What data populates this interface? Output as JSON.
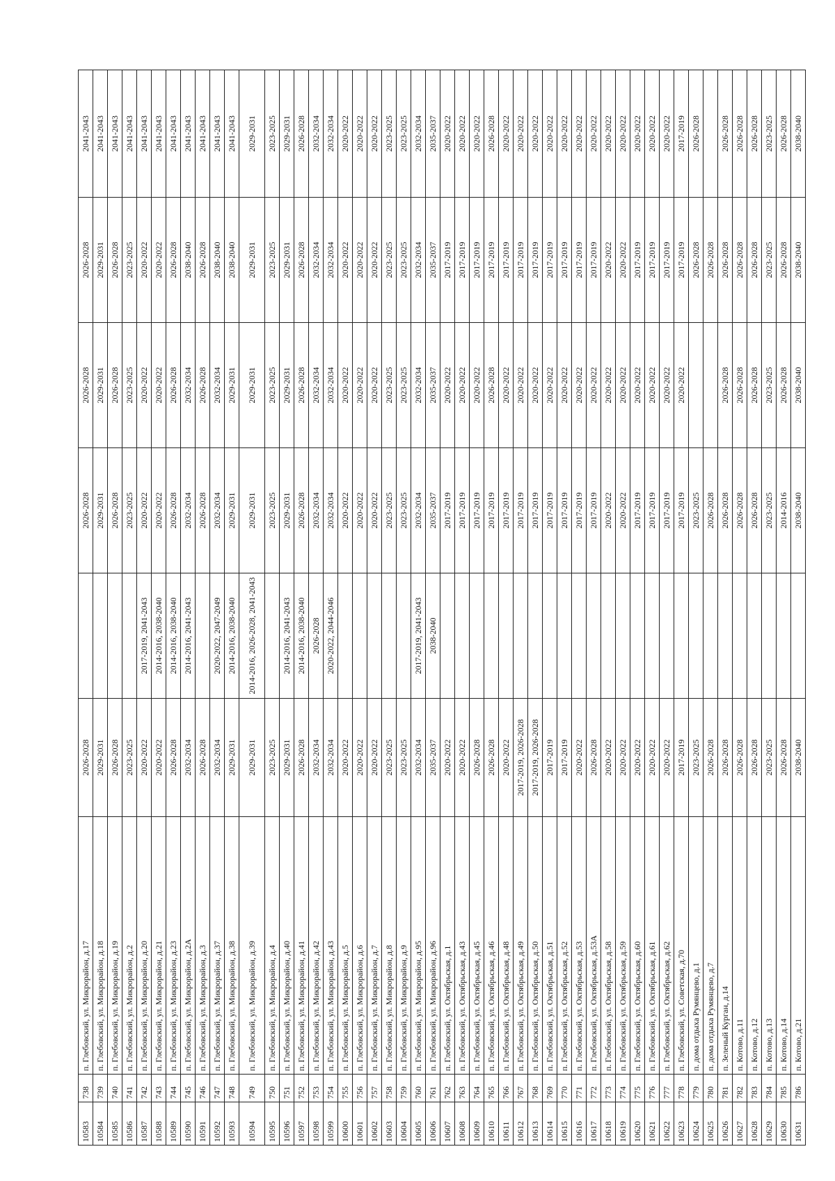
{
  "rows": [
    {
      "id": "10583",
      "no": "738",
      "address": "п. Глебовский, ул. Микрорайон, д.17",
      "c1": "2026-2028",
      "c2": "",
      "c3": "2026-2028",
      "c4": "2026-2028",
      "c5": "2026-2028",
      "c6": "2041-2043"
    },
    {
      "id": "10584",
      "no": "739",
      "address": "п. Глебовский, ул. Микрорайон, д.18",
      "c1": "2029-2031",
      "c2": "",
      "c3": "2029-2031",
      "c4": "2029-2031",
      "c5": "2029-2031",
      "c6": "2041-2043"
    },
    {
      "id": "10585",
      "no": "740",
      "address": "п. Глебовский, ул. Микрорайон, д.19",
      "c1": "2026-2028",
      "c2": "",
      "c3": "2026-2028",
      "c4": "2026-2028",
      "c5": "2026-2028",
      "c6": "2041-2043"
    },
    {
      "id": "10586",
      "no": "741",
      "address": "п. Глебовский, ул. Микрорайон, д.2",
      "c1": "2023-2025",
      "c2": "",
      "c3": "2023-2025",
      "c4": "2023-2025",
      "c5": "2023-2025",
      "c6": "2041-2043"
    },
    {
      "id": "10587",
      "no": "742",
      "address": "п. Глебовский, ул. Микрорайон, д.20",
      "c1": "2020-2022",
      "c2": "2017-2019, 2041-2043",
      "c3": "2020-2022",
      "c4": "2020-2022",
      "c5": "2020-2022",
      "c6": "2041-2043"
    },
    {
      "id": "10588",
      "no": "743",
      "address": "п. Глебовский, ул. Микрорайон, д.21",
      "c1": "2020-2022",
      "c2": "2014-2016, 2038-2040",
      "c3": "2020-2022",
      "c4": "2020-2022",
      "c5": "2020-2022",
      "c6": "2041-2043"
    },
    {
      "id": "10589",
      "no": "744",
      "address": "п. Глебовский, ул. Микрорайон, д.23",
      "c1": "2026-2028",
      "c2": "2014-2016, 2038-2040",
      "c3": "2026-2028",
      "c4": "2026-2028",
      "c5": "2026-2028",
      "c6": "2041-2043"
    },
    {
      "id": "10590",
      "no": "745",
      "address": "п. Глебовский, ул. Микрорайон, д.2А",
      "c1": "2032-2034",
      "c2": "2014-2016, 2041-2043",
      "c3": "2032-2034",
      "c4": "2032-2034",
      "c5": "2038-2040",
      "c6": "2041-2043"
    },
    {
      "id": "10591",
      "no": "746",
      "address": "п. Глебовский, ул. Микрорайон, д.3",
      "c1": "2026-2028",
      "c2": "",
      "c3": "2026-2028",
      "c4": "2026-2028",
      "c5": "2026-2028",
      "c6": "2041-2043"
    },
    {
      "id": "10592",
      "no": "747",
      "address": "п. Глебовский, ул. Микрорайон, д.37",
      "c1": "2032-2034",
      "c2": "2020-2022, 2047-2049",
      "c3": "2032-2034",
      "c4": "2032-2034",
      "c5": "2038-2040",
      "c6": "2041-2043"
    },
    {
      "id": "10593",
      "no": "748",
      "address": "п. Глебовский, ул. Микрорайон, д.38",
      "c1": "2029-2031",
      "c2": "2014-2016, 2038-2040",
      "c3": "2029-2031",
      "c4": "2029-2031",
      "c5": "2038-2040",
      "c6": "2041-2043"
    },
    {
      "id": "10594",
      "no": "749",
      "address": "п. Глебовский, ул. Микрорайон, д.39",
      "c1": "2029-2031",
      "c2": "2014-2016, 2026-2028, 2041-2043",
      "c3": "2029-2031",
      "c4": "2029-2031",
      "c5": "2029-2031",
      "c6": "2029-2031"
    },
    {
      "id": "10595",
      "no": "750",
      "address": "п. Глебовский, ул. Микрорайон, д.4",
      "c1": "2023-2025",
      "c2": "",
      "c3": "2023-2025",
      "c4": "2023-2025",
      "c5": "2023-2025",
      "c6": "2023-2025"
    },
    {
      "id": "10596",
      "no": "751",
      "address": "п. Глебовский, ул. Микрорайон, д.40",
      "c1": "2029-2031",
      "c2": "2014-2016, 2041-2043",
      "c3": "2029-2031",
      "c4": "2029-2031",
      "c5": "2029-2031",
      "c6": "2029-2031"
    },
    {
      "id": "10597",
      "no": "752",
      "address": "п. Глебовский, ул. Микрорайон, д.41",
      "c1": "2026-2028",
      "c2": "2014-2016, 2038-2040",
      "c3": "2026-2028",
      "c4": "2026-2028",
      "c5": "2026-2028",
      "c6": "2026-2028"
    },
    {
      "id": "10598",
      "no": "753",
      "address": "п. Глебовский, ул. Микрорайон, д.42",
      "c1": "2032-2034",
      "c2": "2026-2028",
      "c3": "2032-2034",
      "c4": "2032-2034",
      "c5": "2032-2034",
      "c6": "2032-2034"
    },
    {
      "id": "10599",
      "no": "754",
      "address": "п. Глебовский, ул. Микрорайон, д.43",
      "c1": "2032-2034",
      "c2": "2020-2022, 2044-2046",
      "c3": "2032-2034",
      "c4": "2032-2034",
      "c5": "2032-2034",
      "c6": "2032-2034"
    },
    {
      "id": "10600",
      "no": "755",
      "address": "п. Глебовский, ул. Микрорайон, д.5",
      "c1": "2020-2022",
      "c2": "",
      "c3": "2020-2022",
      "c4": "2020-2022",
      "c5": "2020-2022",
      "c6": "2020-2022"
    },
    {
      "id": "10601",
      "no": "756",
      "address": "п. Глебовский, ул. Микрорайон, д.6",
      "c1": "2020-2022",
      "c2": "",
      "c3": "2020-2022",
      "c4": "2020-2022",
      "c5": "2020-2022",
      "c6": "2020-2022"
    },
    {
      "id": "10602",
      "no": "757",
      "address": "п. Глебовский, ул. Микрорайон, д.7",
      "c1": "2020-2022",
      "c2": "",
      "c3": "2020-2022",
      "c4": "2020-2022",
      "c5": "2020-2022",
      "c6": "2020-2022"
    },
    {
      "id": "10603",
      "no": "758",
      "address": "п. Глебовский, ул. Микрорайон, д.8",
      "c1": "2023-2025",
      "c2": "",
      "c3": "2023-2025",
      "c4": "2023-2025",
      "c5": "2023-2025",
      "c6": "2023-2025"
    },
    {
      "id": "10604",
      "no": "759",
      "address": "п. Глебовский, ул. Микрорайон, д.9",
      "c1": "2023-2025",
      "c2": "",
      "c3": "2023-2025",
      "c4": "2023-2025",
      "c5": "2023-2025",
      "c6": "2023-2025"
    },
    {
      "id": "10605",
      "no": "760",
      "address": "п. Глебовский, ул. Микрорайон, д.95",
      "c1": "2032-2034",
      "c2": "2017-2019, 2041-2043",
      "c3": "2032-2034",
      "c4": "2032-2034",
      "c5": "2032-2034",
      "c6": "2032-2034"
    },
    {
      "id": "10606",
      "no": "761",
      "address": "п. Глебовский, ул. Микрорайон, д.96",
      "c1": "2035-2037",
      "c2": "2038-2040",
      "c3": "2035-2037",
      "c4": "2035-2037",
      "c5": "2035-2037",
      "c6": "2035-2037"
    },
    {
      "id": "10607",
      "no": "762",
      "address": "п. Глебовский, ул. Октябрьская, д.1",
      "c1": "2020-2022",
      "c2": "",
      "c3": "2017-2019",
      "c4": "2020-2022",
      "c5": "2017-2019",
      "c6": "2020-2022"
    },
    {
      "id": "10608",
      "no": "763",
      "address": "п. Глебовский, ул. Октябрьская, д.43",
      "c1": "2020-2022",
      "c2": "",
      "c3": "2017-2019",
      "c4": "2020-2022",
      "c5": "2017-2019",
      "c6": "2020-2022"
    },
    {
      "id": "10609",
      "no": "764",
      "address": "п. Глебовский, ул. Октябрьская, д.45",
      "c1": "2026-2028",
      "c2": "",
      "c3": "2017-2019",
      "c4": "2020-2022",
      "c5": "2017-2019",
      "c6": "2020-2022"
    },
    {
      "id": "10610",
      "no": "765",
      "address": "п. Глебовский, ул. Октябрьская, д.46",
      "c1": "2026-2028",
      "c2": "",
      "c3": "2017-2019",
      "c4": "2026-2028",
      "c5": "2017-2019",
      "c6": "2026-2028"
    },
    {
      "id": "10611",
      "no": "766",
      "address": "п. Глебовский, ул. Октябрьская, д.48",
      "c1": "2020-2022",
      "c2": "",
      "c3": "2017-2019",
      "c4": "2020-2022",
      "c5": "2017-2019",
      "c6": "2020-2022"
    },
    {
      "id": "10612",
      "no": "767",
      "address": "п. Глебовский, ул. Октябрьская, д.49",
      "c1": "2017-2019, 2026-2028",
      "c2": "",
      "c3": "2017-2019",
      "c4": "2020-2022",
      "c5": "2017-2019",
      "c6": "2020-2022"
    },
    {
      "id": "10613",
      "no": "768",
      "address": "п. Глебовский, ул. Октябрьская, д.50",
      "c1": "2017-2019, 2026-2028",
      "c2": "",
      "c3": "2017-2019",
      "c4": "2020-2022",
      "c5": "2017-2019",
      "c6": "2020-2022"
    },
    {
      "id": "10614",
      "no": "769",
      "address": "п. Глебовский, ул. Октябрьская, д.51",
      "c1": "2017-2019",
      "c2": "",
      "c3": "2017-2019",
      "c4": "2020-2022",
      "c5": "2017-2019",
      "c6": "2020-2022"
    },
    {
      "id": "10615",
      "no": "770",
      "address": "п. Глебовский, ул. Октябрьская, д.52",
      "c1": "2017-2019",
      "c2": "",
      "c3": "2017-2019",
      "c4": "2020-2022",
      "c5": "2017-2019",
      "c6": "2020-2022"
    },
    {
      "id": "10616",
      "no": "771",
      "address": "п. Глебовский, ул. Октябрьская, д.53",
      "c1": "2020-2022",
      "c2": "",
      "c3": "2017-2019",
      "c4": "2020-2022",
      "c5": "2017-2019",
      "c6": "2020-2022"
    },
    {
      "id": "10617",
      "no": "772",
      "address": "п. Глебовский, ул. Октябрьская, д.53А",
      "c1": "2026-2028",
      "c2": "",
      "c3": "2017-2019",
      "c4": "2020-2022",
      "c5": "2017-2019",
      "c6": "2020-2022"
    },
    {
      "id": "10618",
      "no": "773",
      "address": "п. Глебовский, ул. Октябрьская, д.58",
      "c1": "2020-2022",
      "c2": "",
      "c3": "2020-2022",
      "c4": "2020-2022",
      "c5": "2020-2022",
      "c6": "2020-2022"
    },
    {
      "id": "10619",
      "no": "774",
      "address": "п. Глебовский, ул. Октябрьская, д.59",
      "c1": "2020-2022",
      "c2": "",
      "c3": "2020-2022",
      "c4": "2020-2022",
      "c5": "2020-2022",
      "c6": "2020-2022"
    },
    {
      "id": "10620",
      "no": "775",
      "address": "п. Глебовский, ул. Октябрьская, д.60",
      "c1": "2020-2022",
      "c2": "",
      "c3": "2017-2019",
      "c4": "2020-2022",
      "c5": "2017-2019",
      "c6": "2020-2022"
    },
    {
      "id": "10621",
      "no": "776",
      "address": "п. Глебовский, ул. Октябрьская, д.61",
      "c1": "2020-2022",
      "c2": "",
      "c3": "2017-2019",
      "c4": "2020-2022",
      "c5": "2017-2019",
      "c6": "2020-2022"
    },
    {
      "id": "10622",
      "no": "777",
      "address": "п. Глебовский, ул. Октябрьская, д.62",
      "c1": "2020-2022",
      "c2": "",
      "c3": "2017-2019",
      "c4": "2020-2022",
      "c5": "2017-2019",
      "c6": "2020-2022"
    },
    {
      "id": "10623",
      "no": "778",
      "address": "п. Глебовский, ул. Советская, д.70",
      "c1": "2017-2019",
      "c2": "",
      "c3": "2017-2019",
      "c4": "2020-2022",
      "c5": "2017-2019",
      "c6": "2017-2019"
    },
    {
      "id": "10624",
      "no": "779",
      "address": "п. дома отдыха Румянцево, д.1",
      "c1": "2023-2025",
      "c2": "",
      "c3": "2023-2025",
      "c4": "",
      "c5": "2026-2028",
      "c6": "2026-2028"
    },
    {
      "id": "10625",
      "no": "780",
      "address": "п. дома отдыха Румянцево, д.7",
      "c1": "2026-2028",
      "c2": "",
      "c3": "2026-2028",
      "c4": "",
      "c5": "2026-2028",
      "c6": ""
    },
    {
      "id": "10626",
      "no": "781",
      "address": "п. Зеленый Курган, д.14",
      "c1": "2026-2028",
      "c2": "",
      "c3": "2026-2028",
      "c4": "2026-2028",
      "c5": "2026-2028",
      "c6": "2026-2028"
    },
    {
      "id": "10627",
      "no": "782",
      "address": "п. Котово, д.11",
      "c1": "2026-2028",
      "c2": "",
      "c3": "2026-2028",
      "c4": "2026-2028",
      "c5": "2026-2028",
      "c6": "2026-2028"
    },
    {
      "id": "10628",
      "no": "783",
      "address": "п. Котово, д.12",
      "c1": "2026-2028",
      "c2": "",
      "c3": "2026-2028",
      "c4": "2026-2028",
      "c5": "2026-2028",
      "c6": "2026-2028"
    },
    {
      "id": "10629",
      "no": "784",
      "address": "п. Котово, д.13",
      "c1": "2023-2025",
      "c2": "",
      "c3": "2023-2025",
      "c4": "2023-2025",
      "c5": "2023-2025",
      "c6": "2023-2025"
    },
    {
      "id": "10630",
      "no": "785",
      "address": "п. Котово, д.14",
      "c1": "2026-2028",
      "c2": "",
      "c3": "2014-2016",
      "c4": "2026-2028",
      "c5": "2026-2028",
      "c6": "2026-2028"
    },
    {
      "id": "10631",
      "no": "786",
      "address": "п. Котово, д.21",
      "c1": "2038-2040",
      "c2": "",
      "c3": "2038-2040",
      "c4": "2038-2040",
      "c5": "2038-2040",
      "c6": "2038-2040"
    }
  ]
}
